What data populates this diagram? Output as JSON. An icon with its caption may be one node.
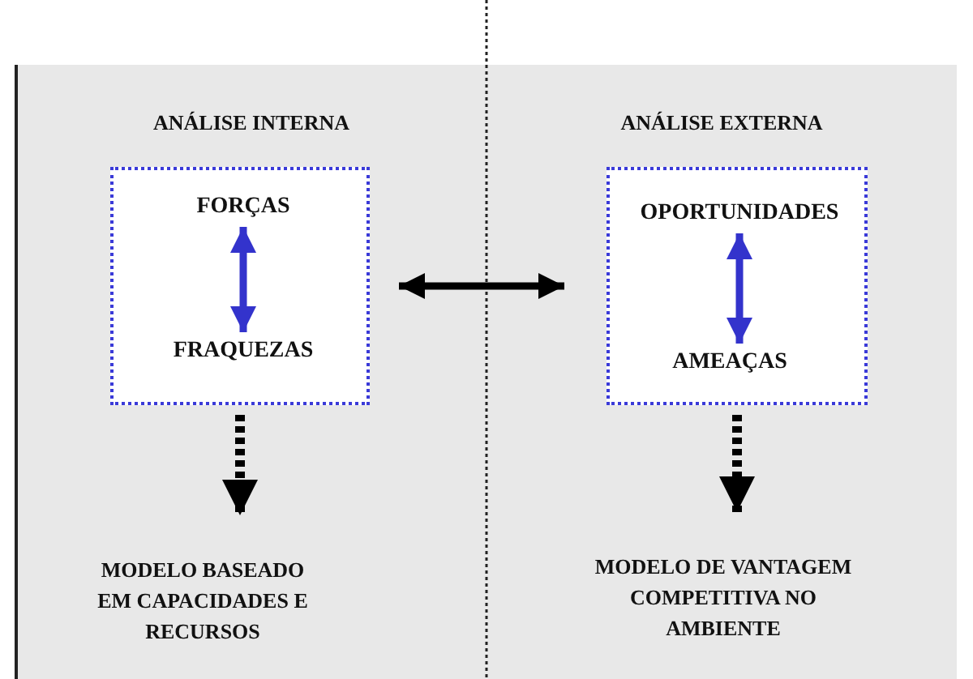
{
  "diagram": {
    "nodes": [
      {
        "text": [
          "ANÁLISE INTERNA"
        ]
      },
      {
        "text": [],
        "shape": "box",
        "in": 0
      },
      {
        "text": [
          "FORÇAS"
        ],
        "in": 1
      },
      {
        "text": [
          "FRAQUEZAS"
        ],
        "in": 1
      },
      {
        "text": [
          "MODELO BASEADO EM CAPACIDADES E RECURSOS"
        ],
        "in": 0
      },
      {
        "text": [
          "ANÁLISE EXTERNA"
        ]
      },
      {
        "text": [],
        "shape": "box",
        "in": 5
      },
      {
        "text": [
          "OPORTUNIDADES"
        ],
        "in": 6
      },
      {
        "text": [
          "AMEAÇAS"
        ],
        "in": 6
      },
      {
        "text": [
          "MODELO DE VANTAGEM COMPETITIVA NO AMBIENTE"
        ],
        "in": 5
      }
    ],
    "edges": [
      {
        "from": 2,
        "to": 3,
        "arrow": "both",
        "color": "#3333cc"
      },
      {
        "from": 1,
        "to": 6,
        "arrow": "both"
      },
      {
        "from": 1,
        "to": 4,
        "arrow": "to",
        "style": "dashed"
      },
      {
        "from": 7,
        "to": 8,
        "arrow": "both",
        "color": "#3333cc"
      },
      {
        "from": 6,
        "to": 9,
        "arrow": "to",
        "style": "dashed"
      }
    ]
  }
}
